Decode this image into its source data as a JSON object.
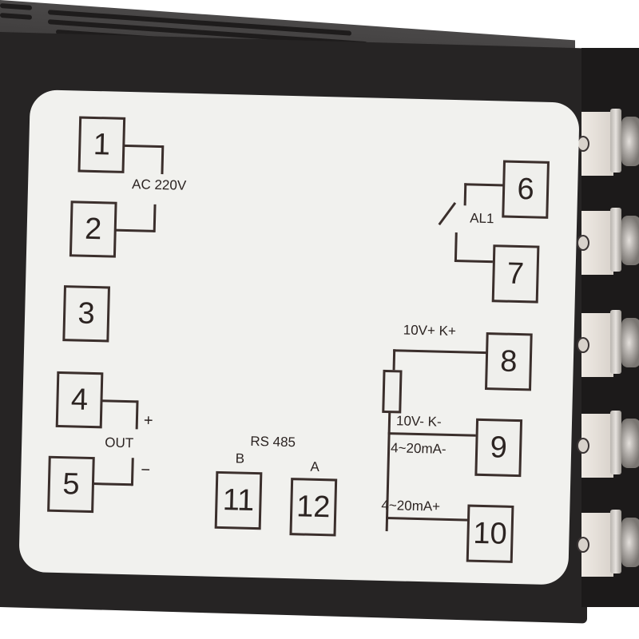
{
  "device": {
    "description": "Temperature controller rear terminal wiring label",
    "housing_color": "#262424",
    "label_color": "#f1f1ee",
    "ink_color": "#3b2f2c"
  },
  "terminals": [
    {
      "number": "1",
      "group": "power"
    },
    {
      "number": "2",
      "group": "power"
    },
    {
      "number": "3",
      "group": "unused"
    },
    {
      "number": "4",
      "group": "output"
    },
    {
      "number": "5",
      "group": "output"
    },
    {
      "number": "6",
      "group": "alarm"
    },
    {
      "number": "7",
      "group": "alarm"
    },
    {
      "number": "8",
      "group": "input"
    },
    {
      "number": "9",
      "group": "input"
    },
    {
      "number": "10",
      "group": "input"
    },
    {
      "number": "11",
      "group": "rs485"
    },
    {
      "number": "12",
      "group": "rs485"
    }
  ],
  "labels": {
    "power": "AC 220V",
    "alarm": "AL1",
    "out": "OUT",
    "out_plus": "+",
    "out_minus": "−",
    "rs485": "RS 485",
    "rs485_b": "B",
    "rs485_a": "A",
    "t8": "10V+  K+",
    "t9_top": "10V-  K-",
    "t9_bottom": "4~20mA-",
    "t10": "4~20mA+"
  },
  "screw_terminals_visible": 5
}
